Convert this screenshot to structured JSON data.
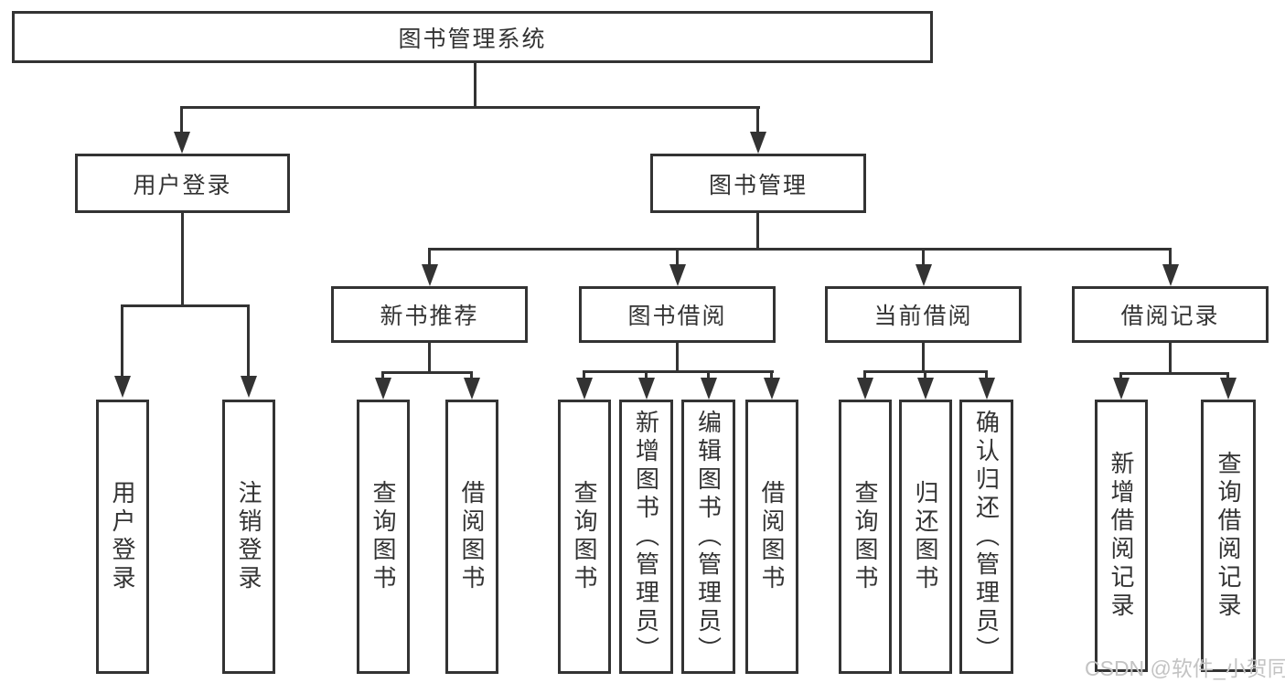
{
  "diagram": {
    "root": {
      "label": "图书管理系统"
    },
    "branches": [
      {
        "label": "用户登录",
        "children": [
          {
            "label": "用户登录"
          },
          {
            "label": "注销登录"
          }
        ]
      },
      {
        "label": "图书管理",
        "children": [
          {
            "label": "新书推荐",
            "children": [
              {
                "label": "查询图书"
              },
              {
                "label": "借阅图书"
              }
            ]
          },
          {
            "label": "图书借阅",
            "children": [
              {
                "label": "查询图书"
              },
              {
                "label": "新增图书（管理员）"
              },
              {
                "label": "编辑图书（管理员）"
              },
              {
                "label": "借阅图书"
              }
            ]
          },
          {
            "label": "当前借阅",
            "children": [
              {
                "label": "查询图书"
              },
              {
                "label": "归还图书"
              },
              {
                "label": "确认归还（管理员）"
              }
            ]
          },
          {
            "label": "借阅记录",
            "children": [
              {
                "label": "新增借阅记录"
              },
              {
                "label": "查询借阅记录"
              }
            ]
          }
        ]
      }
    ]
  },
  "watermark": {
    "text": "CSDN @软件_小贺同学"
  },
  "colors": {
    "line": "#333333",
    "text": "#333333",
    "box_fill": "#ffffff",
    "background": "#ffffff",
    "watermark": "#c3c3c3"
  }
}
